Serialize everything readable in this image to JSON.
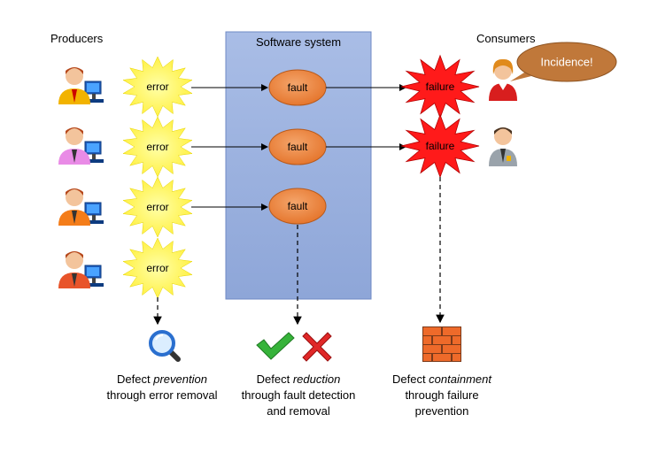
{
  "headers": {
    "producers": "Producers",
    "system": "Software system",
    "consumers": "Consumers"
  },
  "rows": [
    {
      "error": "error",
      "fault": "fault",
      "failure": "failure"
    },
    {
      "error": "error",
      "fault": "fault",
      "failure": "failure"
    },
    {
      "error": "error",
      "fault": "fault"
    },
    {
      "error": "error"
    }
  ],
  "speech_bubble": "Incidence!",
  "captions": {
    "prevention": {
      "line1_a": "Defect ",
      "line1_em": "prevention",
      "line2": "through error removal"
    },
    "reduction": {
      "line1_a": "Defect ",
      "line1_em": "reduction",
      "line2": "through fault detection",
      "line3": "and removal"
    },
    "containment": {
      "line1_a": "Defect ",
      "line1_em": "containment",
      "line2": "through failure",
      "line3": "prevention"
    }
  },
  "colors": {
    "system_box": "#9fb4de",
    "error_burst": "#ffff66",
    "fault": "#ed7d31",
    "failure": "#ff1a1a",
    "bubble": "#c0783a"
  },
  "icons": {
    "producer": "person-at-computer-icon",
    "consumer": "person-icon",
    "prevention": "magnifier-icon",
    "reduction_ok": "checkmark-icon",
    "reduction_no": "cross-icon",
    "containment": "brick-wall-icon"
  }
}
